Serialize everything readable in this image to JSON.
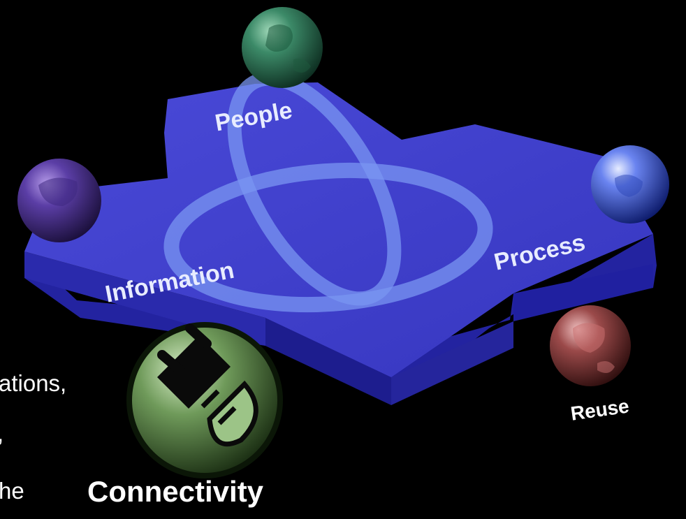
{
  "diagram": {
    "labels": {
      "people": "People",
      "information": "Information",
      "process": "Process",
      "reuse": "Reuse",
      "connectivity": "Connectivity"
    },
    "partial_text": {
      "line_1": "ations,",
      "line_2": ",",
      "line_3": "he"
    },
    "colors": {
      "background": "#000000",
      "platform_top": "#3f3fcf",
      "platform_side": "#2626a4",
      "ring": "#6f8ff0",
      "label_text": "#e8ecff",
      "sphere_green": "#2f7a5a",
      "sphere_purple": "#5b3ea6",
      "sphere_blue": "#3a58d8",
      "sphere_red": "#9b4a4a",
      "connectivity_sphere": "#6f9a5a"
    },
    "icons": {
      "people": "green-globe-icon",
      "information": "purple-globe-icon",
      "process": "blue-globe-icon",
      "reuse": "red-globe-icon",
      "connectivity": "plug-socket-icon"
    }
  }
}
